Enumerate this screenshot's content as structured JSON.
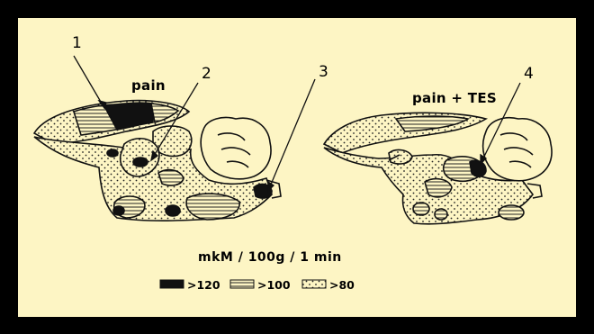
{
  "panels": {
    "left": {
      "title": "pain"
    },
    "right": {
      "title": "pain + TES"
    }
  },
  "callouts": [
    "1",
    "2",
    "3",
    "4"
  ],
  "units": "mkM / 100g / 1 min",
  "legend": [
    {
      "fill": "solid",
      "label": ">120"
    },
    {
      "fill": "hatched",
      "label": ">100"
    },
    {
      "fill": "dotted",
      "label": ">80"
    }
  ],
  "colors": {
    "background": "#fdf5c4",
    "frame": "#000000",
    "ink": "#111111"
  }
}
